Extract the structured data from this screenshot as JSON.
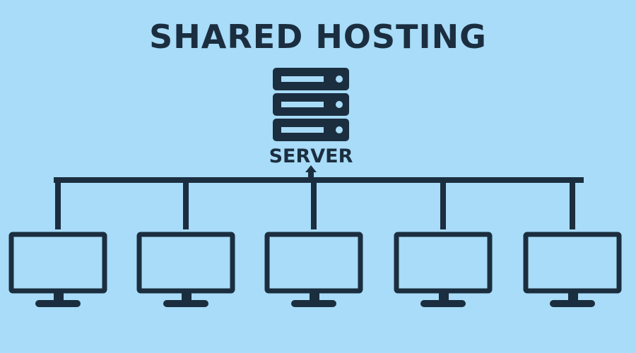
{
  "title": "SHARED HOSTING",
  "server": {
    "label": "SERVER",
    "icon": "server-rack-icon",
    "units": 3
  },
  "clients": [
    {
      "icon": "monitor-icon"
    },
    {
      "icon": "monitor-icon"
    },
    {
      "icon": "monitor-icon"
    },
    {
      "icon": "monitor-icon"
    },
    {
      "icon": "monitor-icon"
    }
  ],
  "colors": {
    "background": "#a8dcf8",
    "ink": "#1b2e3f",
    "screen": "#a8dcf8"
  }
}
